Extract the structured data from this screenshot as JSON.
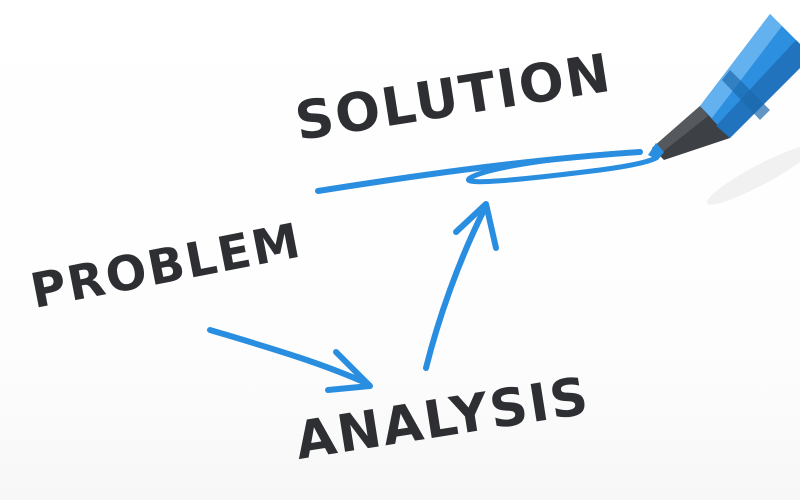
{
  "words": {
    "solution": "SOLUTION",
    "problem": "PROBLEM",
    "analysis": "ANALYSIS"
  },
  "icons": {
    "pen": "pen-icon",
    "arrow_problem_to_analysis": "arrow-right-icon",
    "arrow_analysis_to_solution": "arrow-up-icon",
    "underline": "underline-scribble"
  },
  "colors": {
    "ink": "#2a8ee0",
    "text": "#2e2f33",
    "pen_body": "#2d8fe0",
    "pen_tip": "#3d4044",
    "background": "#ffffff"
  }
}
